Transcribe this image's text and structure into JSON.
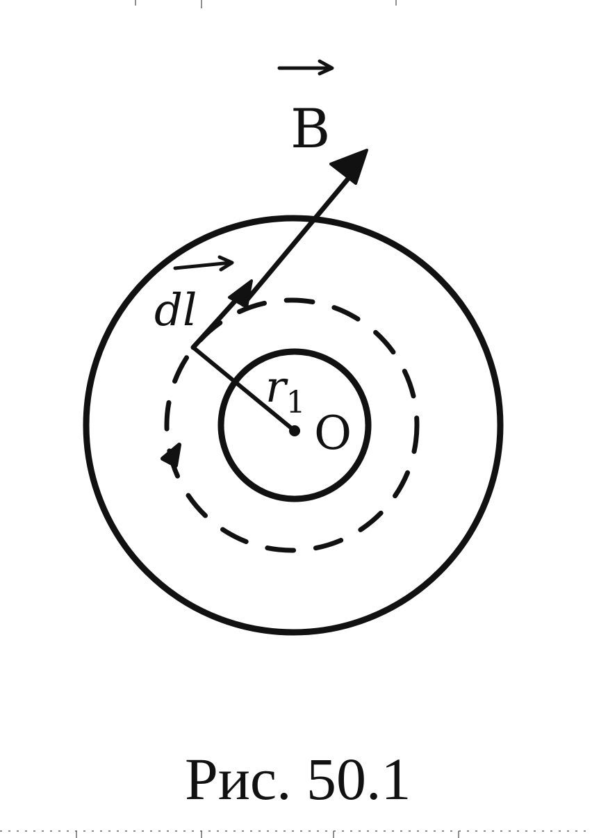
{
  "labels": {
    "field_vector": "B",
    "element_vector": "dl",
    "radius": "r",
    "radius_subscript": "1",
    "center": "O"
  },
  "caption": "Рис. 50.1",
  "colors": {
    "ink": "#111111",
    "background": "#ffffff"
  }
}
